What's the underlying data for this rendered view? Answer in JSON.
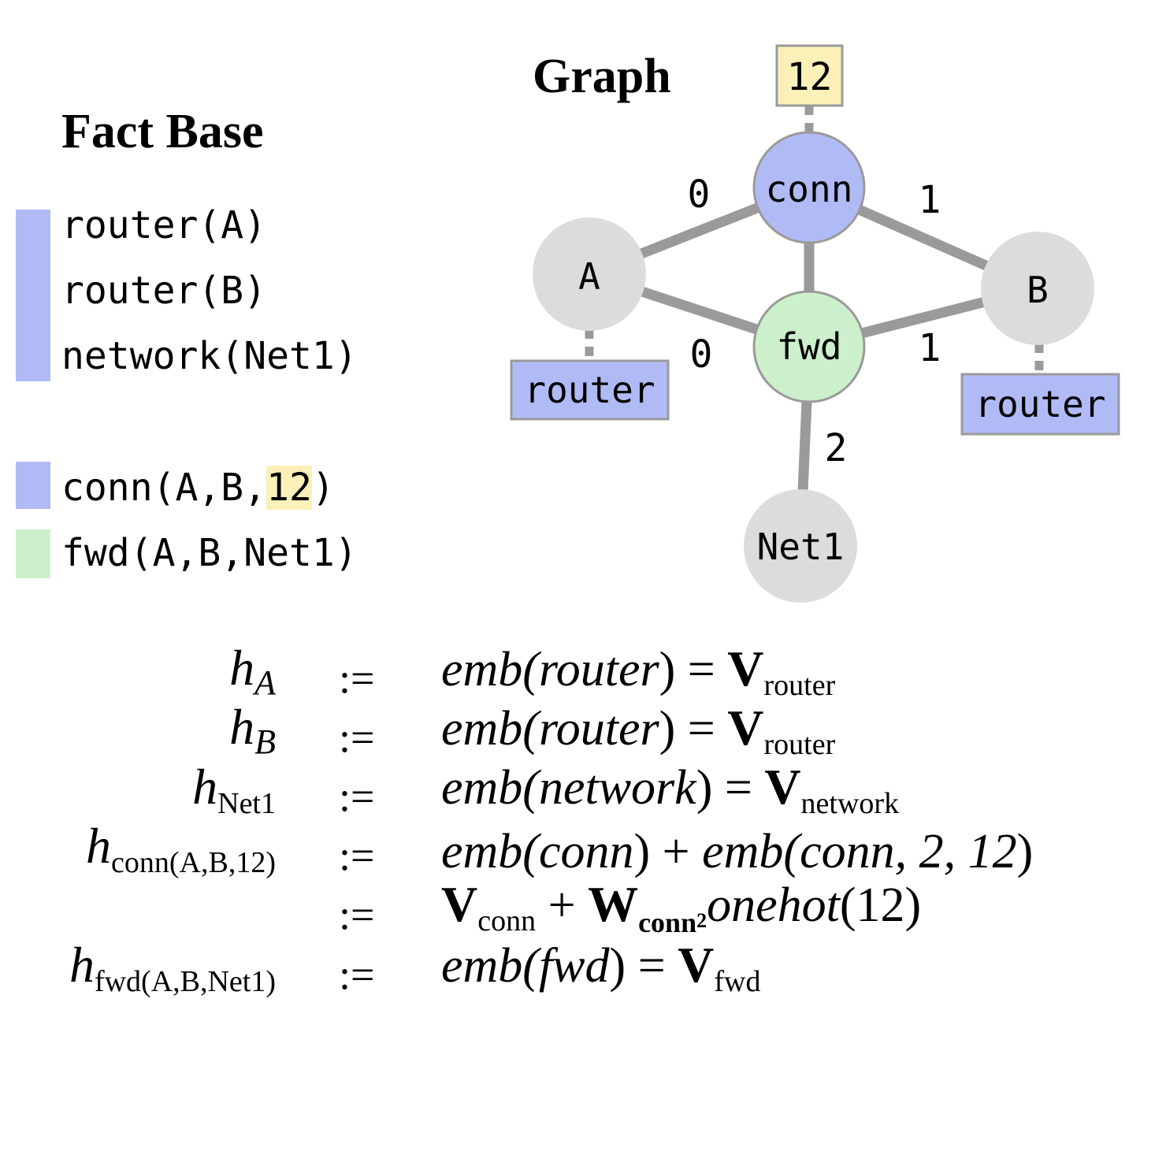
{
  "fact_base": {
    "title": "Fact Base",
    "facts": [
      {
        "text": "router(A)"
      },
      {
        "text": "router(B)"
      },
      {
        "text": "network(Net1)"
      },
      {
        "pre": "conn(A,B,",
        "highlight": "12",
        "post": ")"
      },
      {
        "text": "fwd(A,B,Net1)"
      }
    ]
  },
  "graph": {
    "title": "Graph",
    "nodes": [
      {
        "id": "conn",
        "label": "conn"
      },
      {
        "id": "A",
        "label": "A"
      },
      {
        "id": "B",
        "label": "B"
      },
      {
        "id": "fwd",
        "label": "fwd"
      },
      {
        "id": "net1",
        "label": "Net1"
      }
    ],
    "attributes": [
      {
        "attached_to": "conn",
        "label": "12"
      },
      {
        "attached_to": "A",
        "label": "router"
      },
      {
        "attached_to": "B",
        "label": "router"
      }
    ],
    "edges": [
      {
        "from": "conn",
        "to": "A",
        "label": "0"
      },
      {
        "from": "conn",
        "to": "B",
        "label": "1"
      },
      {
        "from": "conn",
        "to": "fwd",
        "label": ""
      },
      {
        "from": "fwd",
        "to": "A",
        "label": "0"
      },
      {
        "from": "fwd",
        "to": "B",
        "label": "1"
      },
      {
        "from": "fwd",
        "to": "net1",
        "label": "2"
      }
    ]
  },
  "equations": [
    {
      "lhs_sub": "A",
      "rhs": [
        "emb(",
        "router",
        ") = ",
        "V",
        "router"
      ]
    },
    {
      "lhs_sub": "B",
      "rhs": [
        "emb(",
        "router",
        ") = ",
        "V",
        "router"
      ]
    },
    {
      "lhs_sub": "Net1",
      "rhs": [
        "emb(",
        "network",
        ") = ",
        "V",
        "network"
      ]
    },
    {
      "lhs_sub": "conn(A,B,12)",
      "rhs": [
        "emb(",
        "conn",
        ") + ",
        "emb(",
        "conn, 2, 12",
        ")"
      ]
    },
    {
      "lhs_sub": "",
      "rhs": [
        "V",
        "conn",
        " + ",
        "W",
        "conn",
        "2",
        "onehot",
        "(12)"
      ]
    },
    {
      "lhs_sub": "fwd(A,B,Net1)",
      "rhs": [
        "emb(",
        "fwd",
        ") = ",
        "V",
        "fwd"
      ]
    }
  ],
  "symbols": {
    "assign": ":=",
    "h": "h"
  },
  "colors": {
    "relation_blue": "#b0bbf6",
    "relation_green": "#cdf0cc",
    "entity_gray": "#dcdcdc",
    "numeric_yellow": "#fbf0b8",
    "edge_gray": "#9a9a9a"
  }
}
